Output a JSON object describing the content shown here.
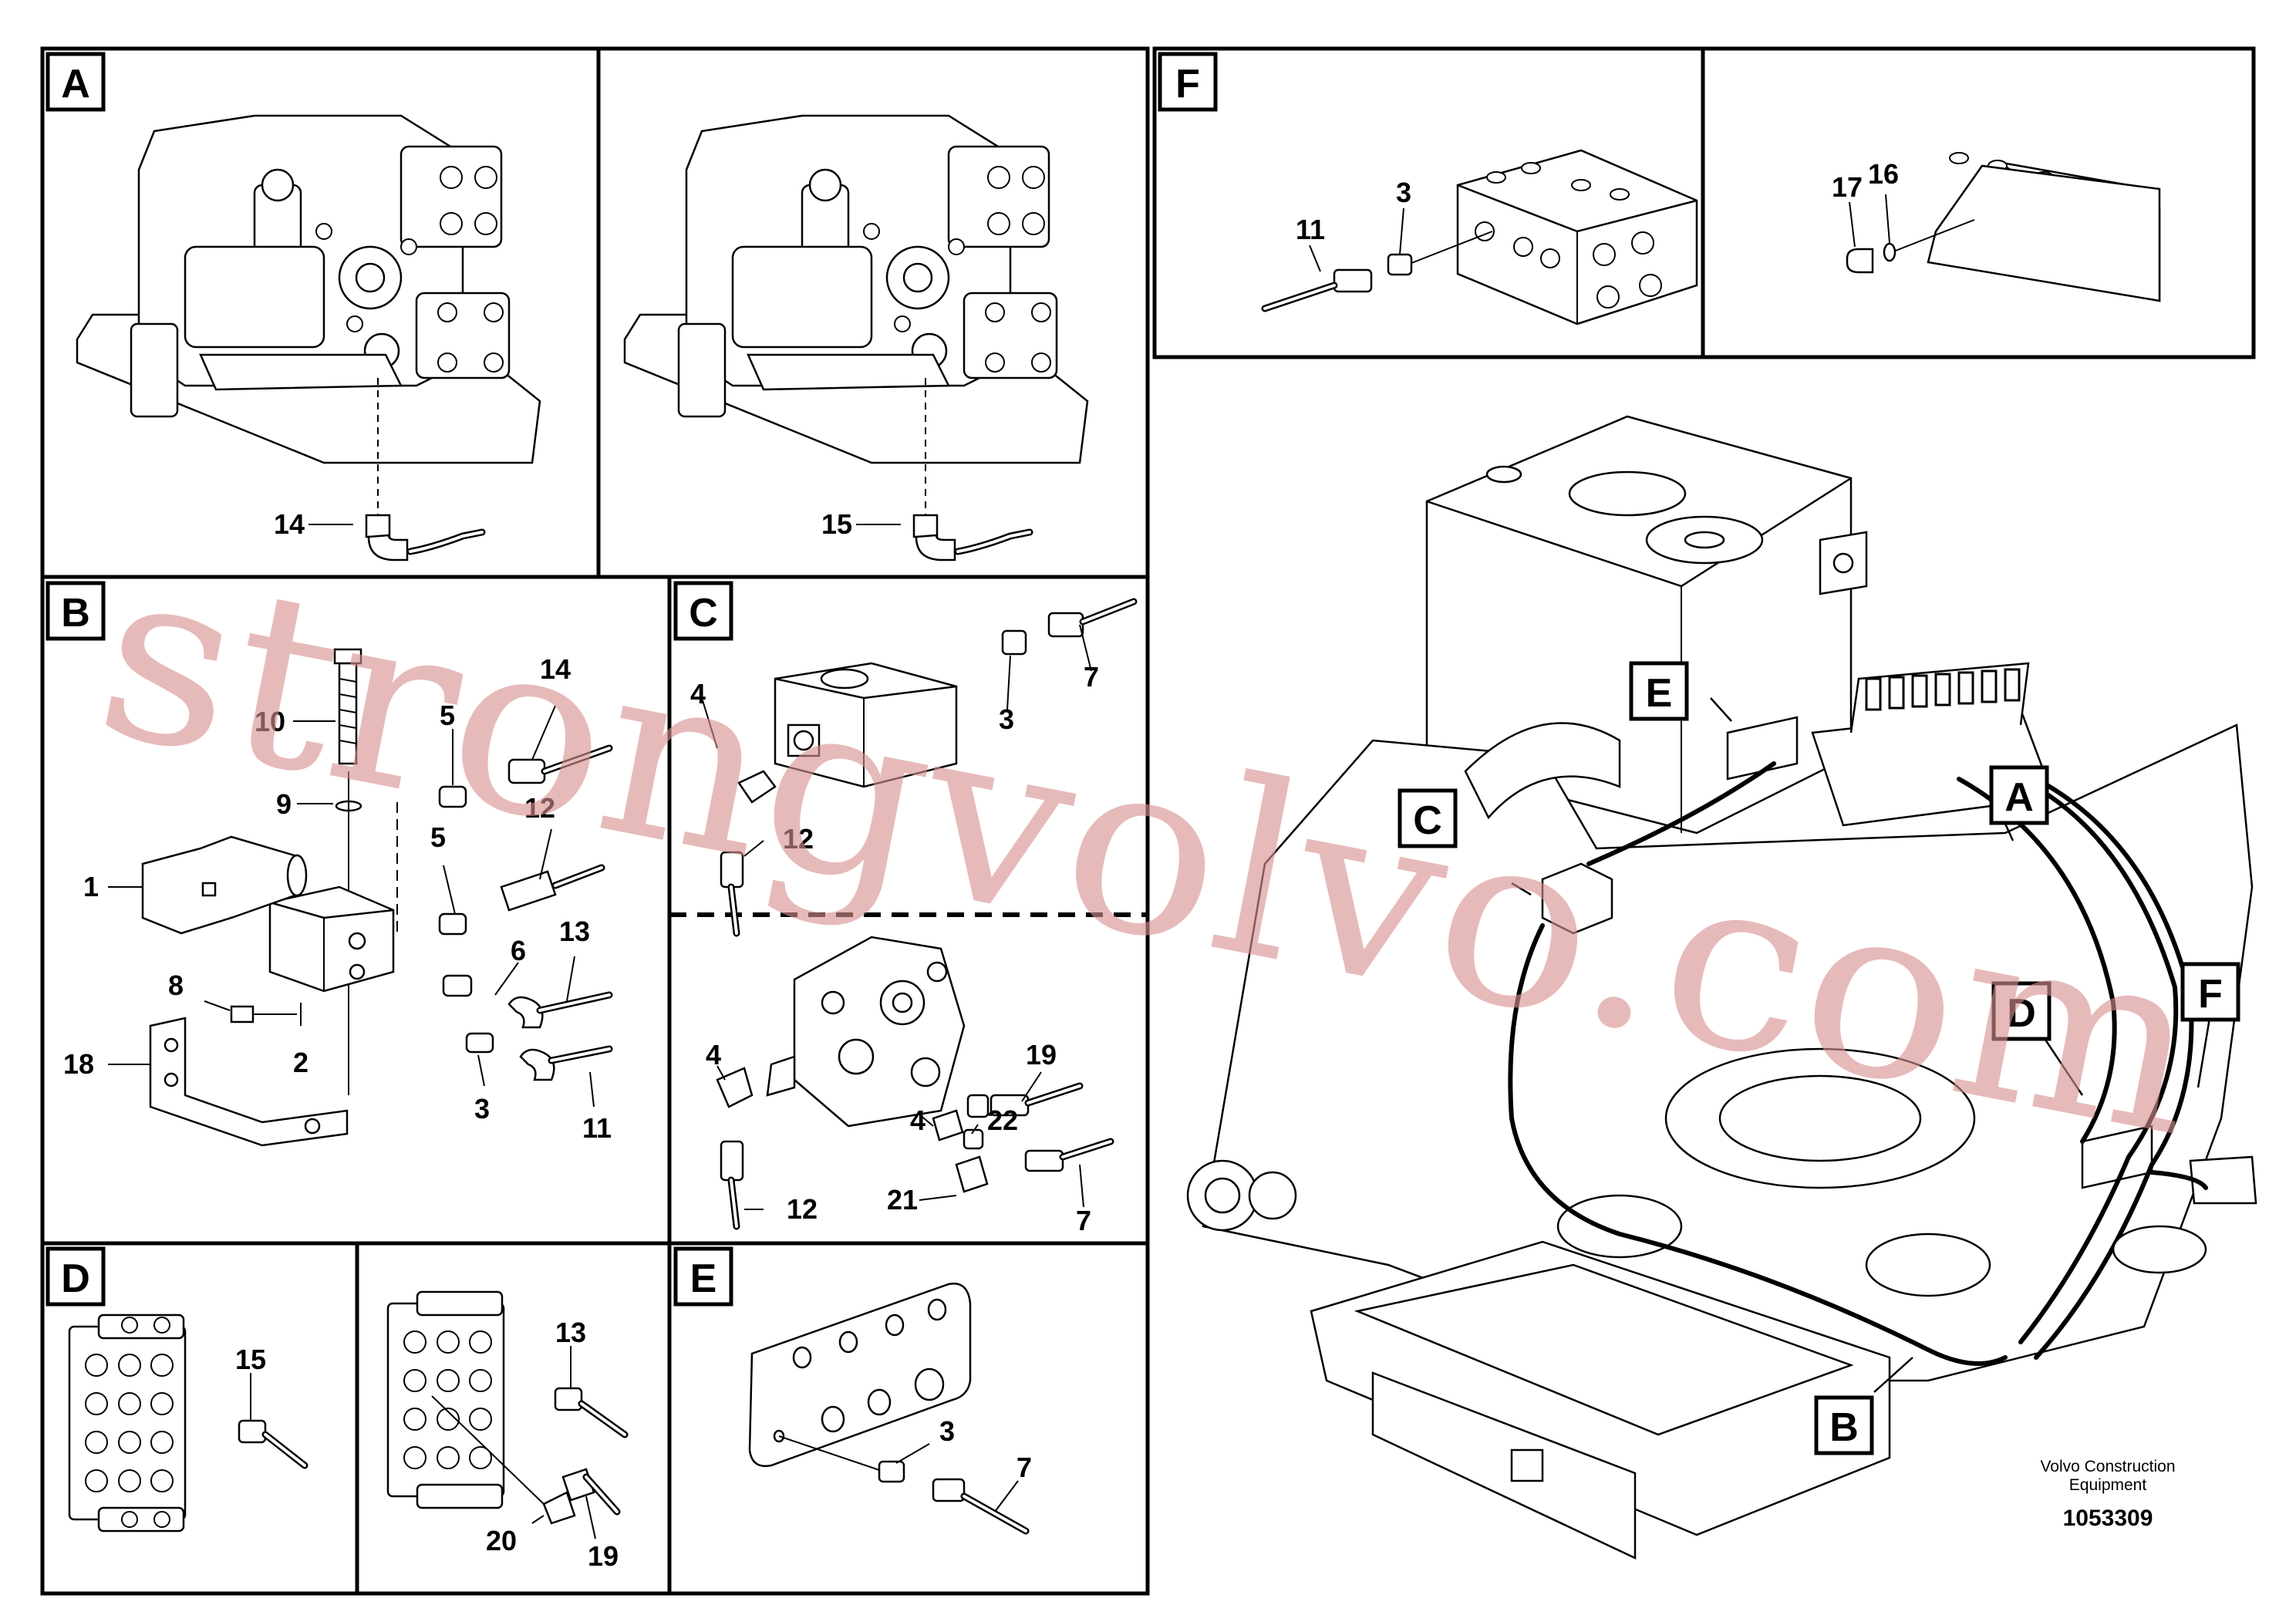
{
  "panel_tags": {
    "a": "A",
    "b": "B",
    "c": "C",
    "d": "D",
    "e": "E",
    "f": "F"
  },
  "overview_tags": {
    "a": "A",
    "b": "B",
    "c": "C",
    "d": "D",
    "e": "E",
    "f": "F"
  },
  "callouts": {
    "a1": "14",
    "a2": "15",
    "b1": "10",
    "b2": "9",
    "b3": "5",
    "b4": "14",
    "b5": "12",
    "b6": "5",
    "b7": "1",
    "b8": "6",
    "b9": "13",
    "b10": "8",
    "b11": "18",
    "b12": "2",
    "b13": "3",
    "b14": "11",
    "c1": "4",
    "c2": "3",
    "c3": "7",
    "c4": "12",
    "c5": "4",
    "c6": "19",
    "c7": "4",
    "c8": "22",
    "c9": "21",
    "c10": "7",
    "c11": "12",
    "d1": "15",
    "d2": "13",
    "d3": "20",
    "d4": "19",
    "e1": "3",
    "e2": "7",
    "f1": "11",
    "f2": "3",
    "f3": "17",
    "f4": "16"
  },
  "footer": {
    "brand_line1": "Volvo Construction",
    "brand_line2": "Equipment",
    "doc_number": "1053309"
  },
  "watermark": "strongvolvo.com"
}
